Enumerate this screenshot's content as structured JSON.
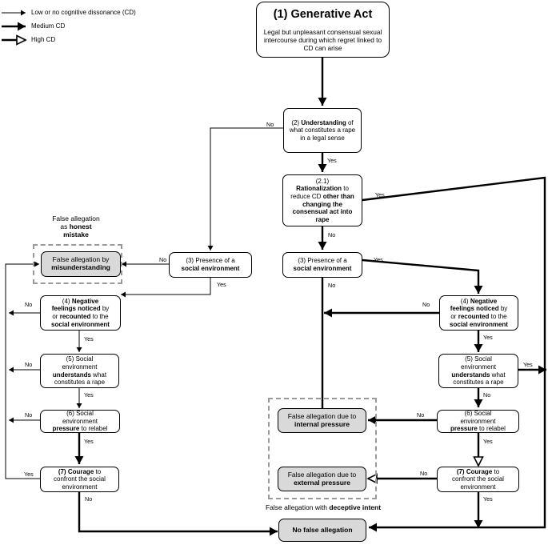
{
  "legend": {
    "low": "Low or no cognitive dissonance (CD)",
    "medium": "Medium CD",
    "high": "High CD"
  },
  "nodes": {
    "generative": {
      "title": "(1) Generative Act",
      "text": "Legal but unpleasant consensual sexual intercourse during which regret linked to CD can arise"
    },
    "understanding": {
      "num": "(2)",
      "bold": "Understanding",
      "rest": "of what constitutes a rape in a legal sense"
    },
    "rationalization": {
      "num": "(2.1)",
      "bold": "Rationalization",
      "mid": "to reduce CD",
      "bold2": "other than changing the consensual act into rape"
    },
    "env_left": {
      "pre": "(3) Presence of a",
      "bold": "social environment"
    },
    "env_right": {
      "pre": "(3) Presence of a",
      "bold": "social environment"
    },
    "fa_misunderstanding": {
      "line1": "False allegation by",
      "line2": "misunderstanding"
    },
    "neg_left": {
      "num": "(4)",
      "b1": "Negative",
      "b2": "feelings noticed",
      "t1": "by",
      "t2": "or",
      "b3": "recounted",
      "t3": "to the",
      "b4": "social environment"
    },
    "neg_right": {
      "num": "(4)",
      "b1": "Negative",
      "b2": "feelings noticed",
      "t1": "by",
      "t2": "or",
      "b3": "recounted",
      "t3": "to the",
      "b4": "social environment"
    },
    "und5_left": {
      "l1": "(5) Social",
      "l2": "environment",
      "bold": "understands",
      "t": "what",
      "l4": "constitutes a rape"
    },
    "und5_right": {
      "l1": "(5) Social",
      "l2": "environment",
      "bold": "understands",
      "t": "what",
      "l4": "constitutes a rape"
    },
    "press_left": {
      "l1": "(6) Social",
      "l2": "environment",
      "bold": "pressure",
      "t": "to relabel"
    },
    "press_right": {
      "l1": "(6) Social",
      "l2": "environment",
      "bold": "pressure",
      "t": "to relabel"
    },
    "courage_left": {
      "bold": "(7) Courage",
      "t": "to",
      "l2": "confront the social",
      "l3": "environment"
    },
    "courage_right": {
      "bold": "(7) Courage",
      "t": "to",
      "l2": "confront the social",
      "l3": "environment"
    },
    "fa_internal": {
      "line1": "False allegation due to",
      "line2": "internal pressure"
    },
    "fa_external": {
      "line1": "False allegation due to",
      "line2": "external pressure"
    },
    "no_fa": {
      "text": "No false allegation"
    }
  },
  "annotations": {
    "honest": {
      "l1": "False allegation",
      "l2": "as",
      "bold": "honest",
      "l3": "mistake"
    },
    "deceptive": {
      "pre": "False allegation with",
      "bold": "deceptive intent"
    }
  },
  "edge_labels": {
    "yes": "Yes",
    "no": "No"
  },
  "colors": {
    "line": "#000000",
    "dash": "#9a9a9a",
    "grey_box": "#d9d9d9"
  }
}
